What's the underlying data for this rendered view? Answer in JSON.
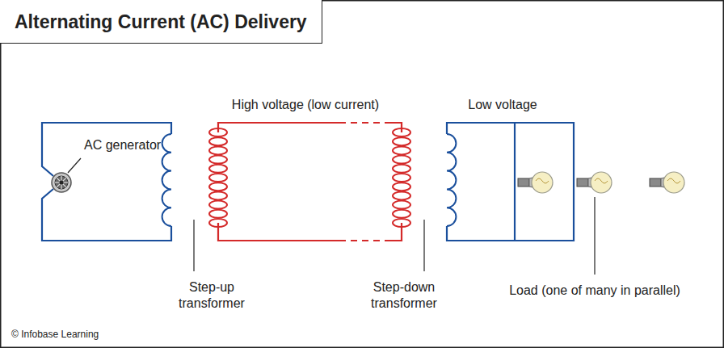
{
  "diagram": {
    "title": "Alternating Current (AC) Delivery",
    "labels": [
      "AC generator",
      "High voltage (low current)",
      "Low voltage",
      "Step-up transformer",
      "Step-down transformer",
      "Load (one of many in parallel)",
      "© Infobase Learning"
    ]
  }
}
